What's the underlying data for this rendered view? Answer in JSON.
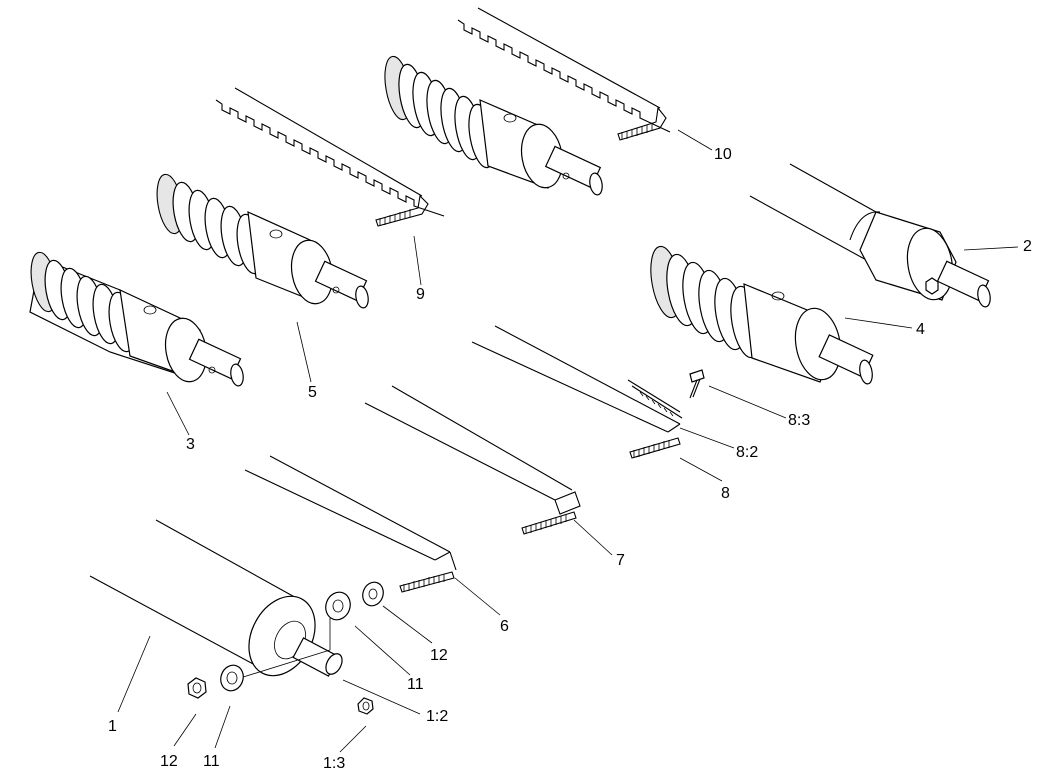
{
  "diagram": {
    "callouts": [
      "1",
      "1:2",
      "1:3",
      "2",
      "3",
      "4",
      "5",
      "6",
      "7",
      "8",
      "8:2",
      "8:3",
      "9",
      "10",
      "11",
      "11",
      "12",
      "12"
    ]
  }
}
